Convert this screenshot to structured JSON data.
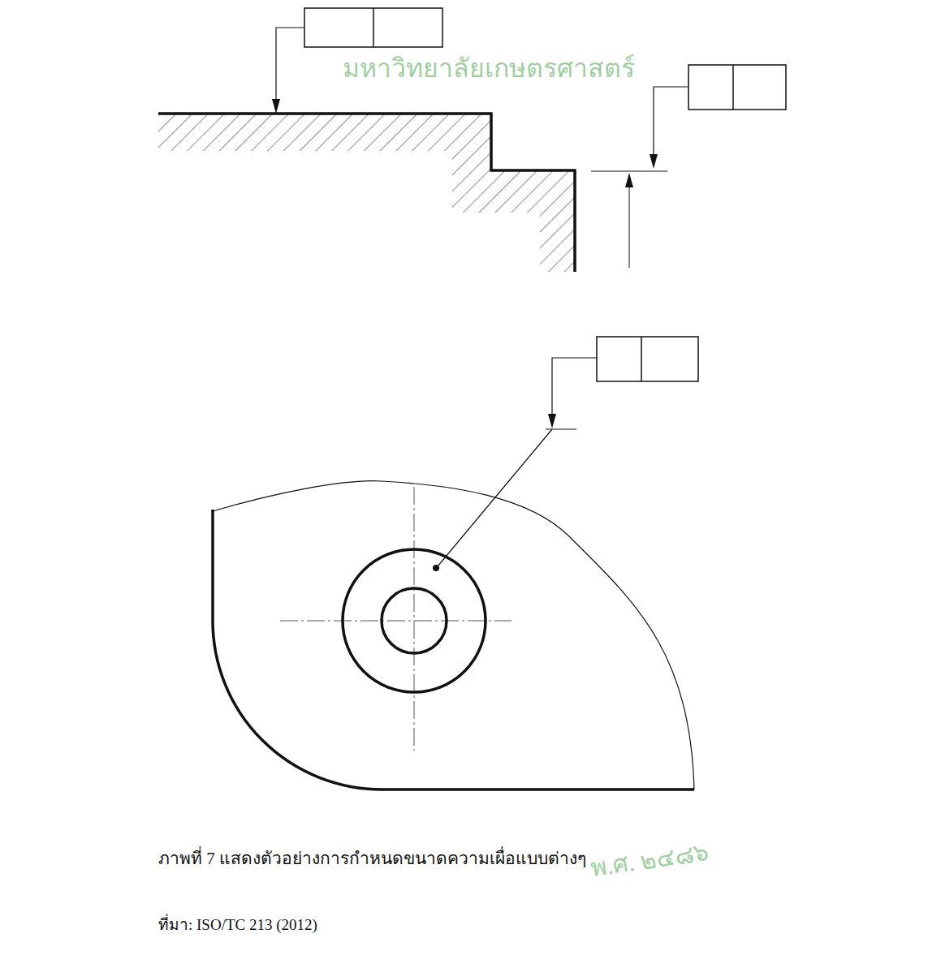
{
  "diagram": {
    "caption": "ภาพที่ 7 แสดงตัวอย่างการกำหนดขนาดความเผื่อแบบต่างๆ",
    "labels": [
      "ที่มา: ISO/TC 213 (2012)",
      "มหาวิทยาลัยเกษตรศาสตร์",
      "พ.ศ. ๒๔๘๖"
    ]
  }
}
